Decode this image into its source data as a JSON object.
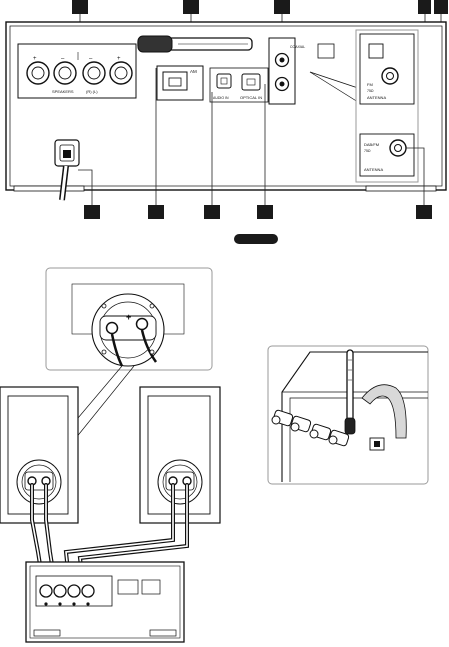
{
  "rear_panel": {
    "speaker_terminal_label": "SPEAKERS",
    "speaker_terminal_sublabel": "(R)  (L)",
    "am_label": "AM",
    "optical_label": "OPTICAL IN",
    "audio_in_label": "AUDIO IN",
    "coaxial_label": "COAXIAL",
    "antenna_label": "ANTENNA",
    "fm_label": "FM",
    "fm_ohm_label": "75Ω",
    "dab_label": "DAB/FM",
    "dab_ohm_label": "75Ω",
    "antenna_label_2": "ANTENNA"
  },
  "callout_top_count": 5,
  "callout_bottom_count": 5,
  "note_badge_count": 1,
  "icons": {
    "callout_marker": "black-square",
    "plus_terminal": "plus-sign",
    "rotate_arrow": "curved-arrow"
  },
  "colors": {
    "ink": "#111111",
    "panel": "#ffffff",
    "inset_border": "#9a9a9a",
    "badge": "#1a1a1a"
  }
}
